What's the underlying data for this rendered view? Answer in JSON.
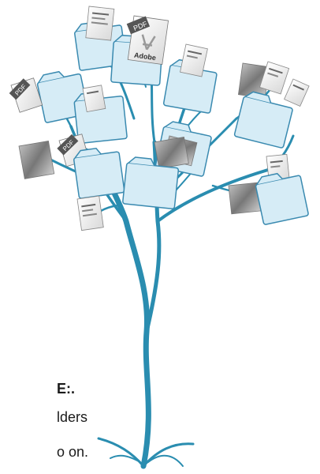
{
  "caption": {
    "line1": "E:.",
    "line2": "lders",
    "line3": "o on."
  },
  "badges": {
    "pdf": "PDF",
    "adobe": "Adobe"
  },
  "colors": {
    "branch": "#2a8db0",
    "folder_fill": "#d6ecf6",
    "folder_stroke": "#3a8ab0",
    "paper": "#ffffff",
    "badge": "#555555"
  },
  "icons": [
    "folder-icon",
    "pdf-icon",
    "document-icon",
    "image-file-icon"
  ]
}
